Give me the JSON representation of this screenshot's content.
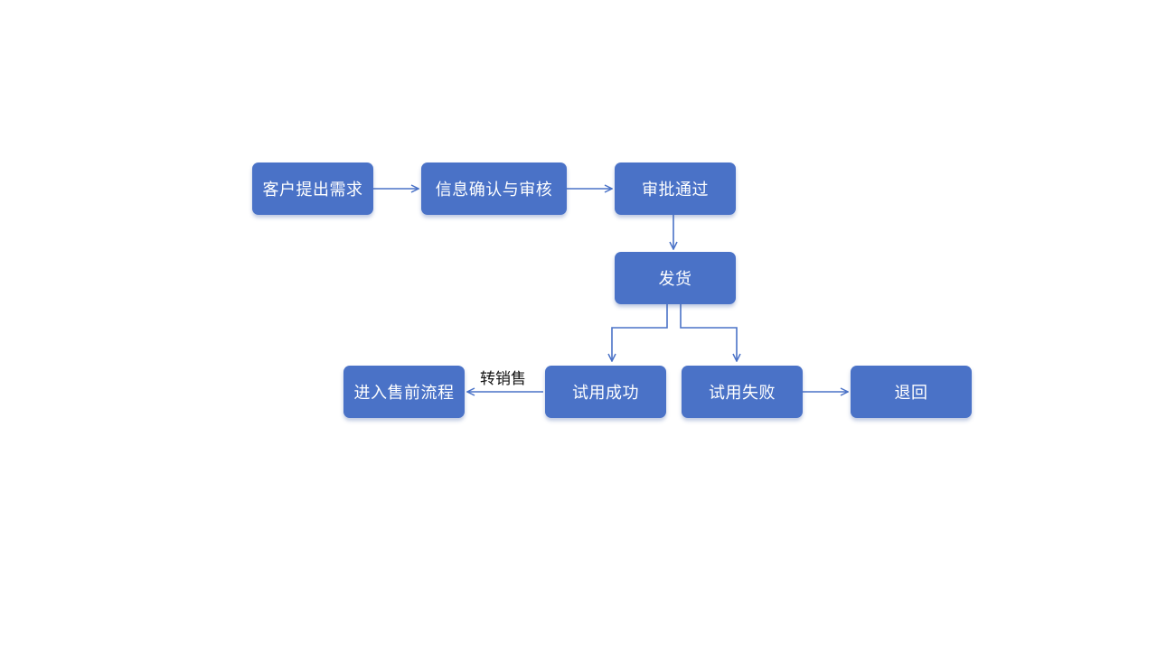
{
  "nodes": {
    "customer_request": "客户提出需求",
    "info_confirm_review": "信息确认与审核",
    "approval_passed": "审批通过",
    "ship": "发货",
    "trial_success": "试用成功",
    "trial_failure": "试用失败",
    "return": "退回",
    "presales": "进入售前流程"
  },
  "edges": {
    "to_sales": "转销售"
  },
  "colors": {
    "node_fill": "#4a72c7",
    "node_text": "#ffffff",
    "connector": "#4a72c7"
  }
}
